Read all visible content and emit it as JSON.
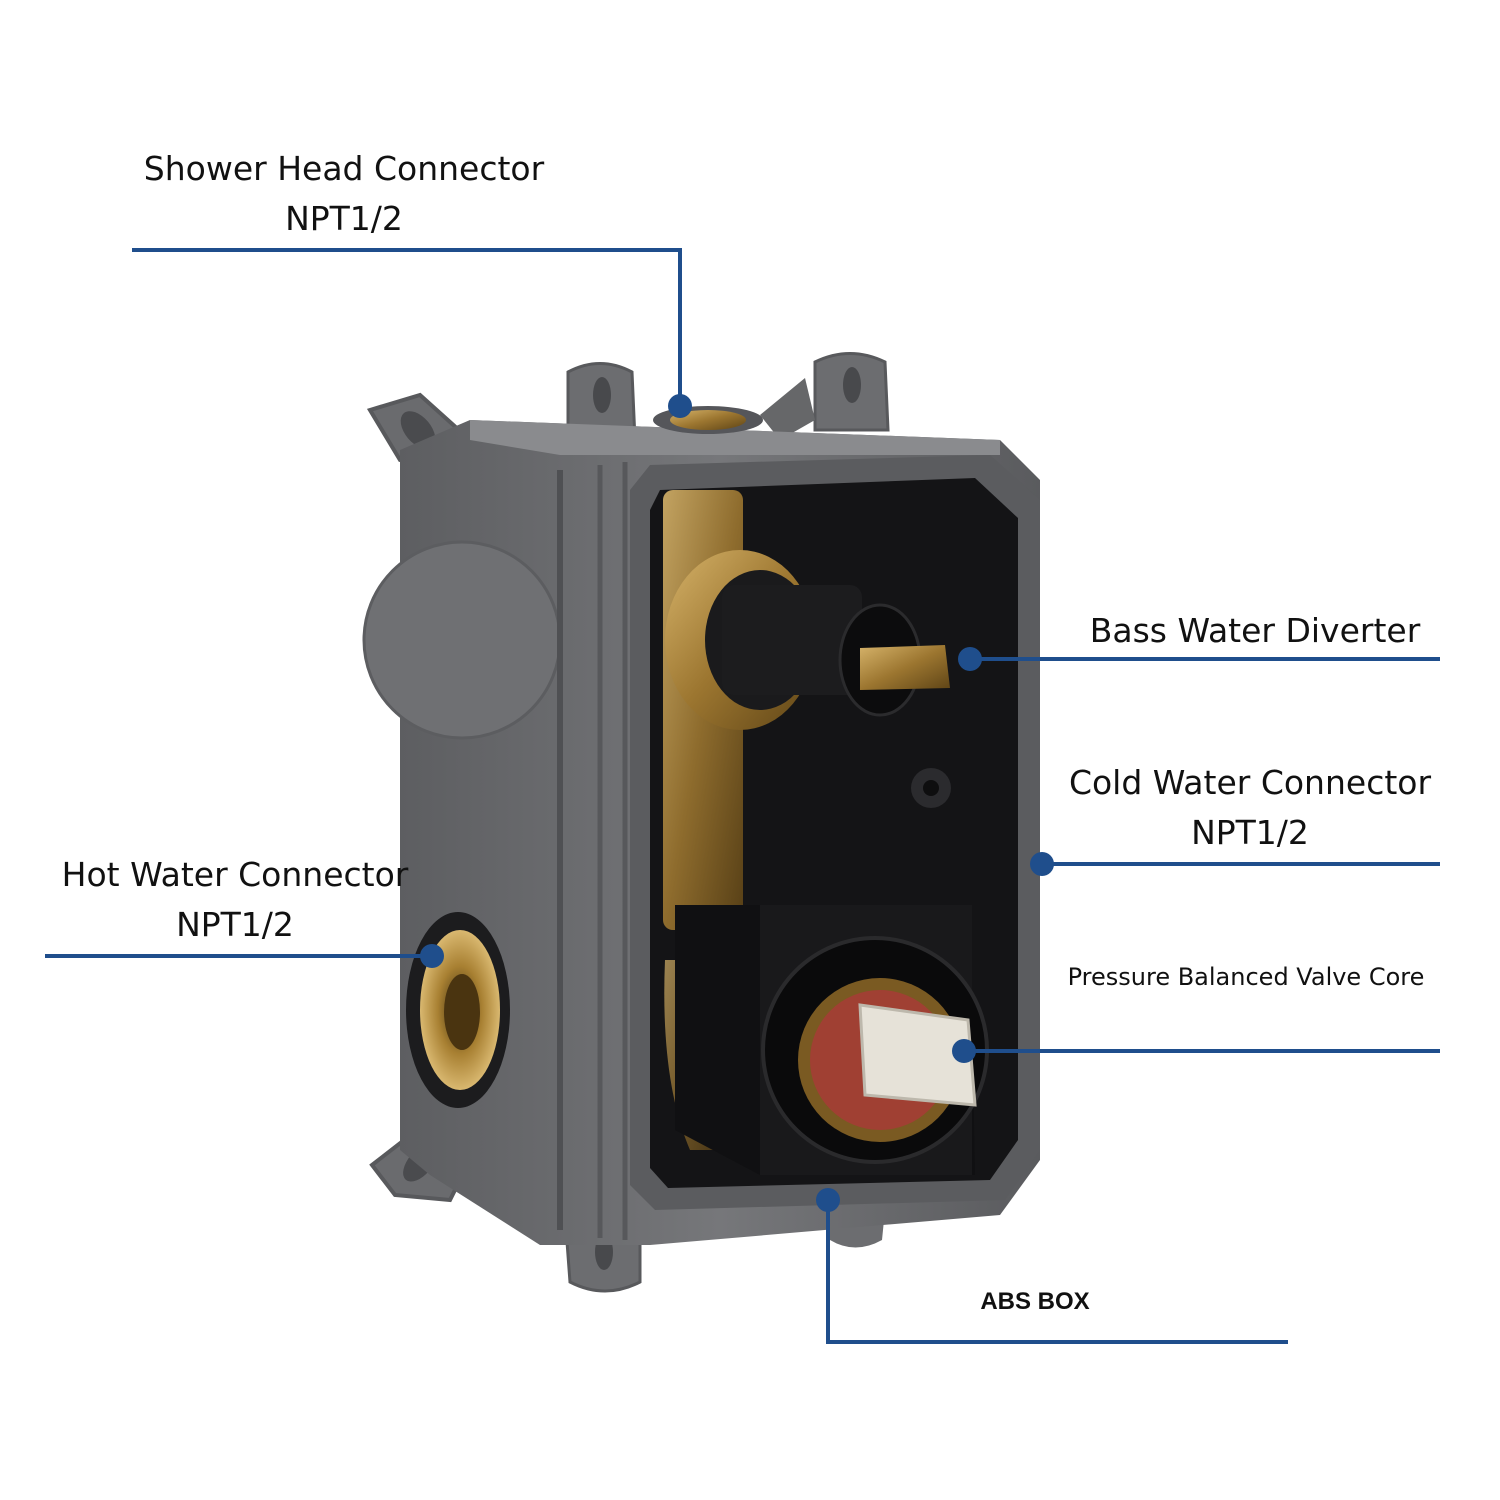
{
  "callouts": {
    "shower_head": {
      "title": "Shower Head Connector",
      "subtitle": "NPT1/2"
    },
    "bass_diverter": {
      "title": "Bass Water Diverter"
    },
    "cold_water": {
      "title": "Cold Water Connector",
      "subtitle": "NPT1/2"
    },
    "hot_water": {
      "title": "Hot Water Connector",
      "subtitle": "NPT1/2"
    },
    "valve_core": {
      "title": "Pressure Balanced Valve Core"
    },
    "abs_box": {
      "title": "ABS BOX"
    }
  },
  "colors": {
    "leader_line": "#1f4e8c",
    "box_body": "#6e6f72",
    "box_interior": "#141416",
    "brass": "#b08a3e"
  }
}
